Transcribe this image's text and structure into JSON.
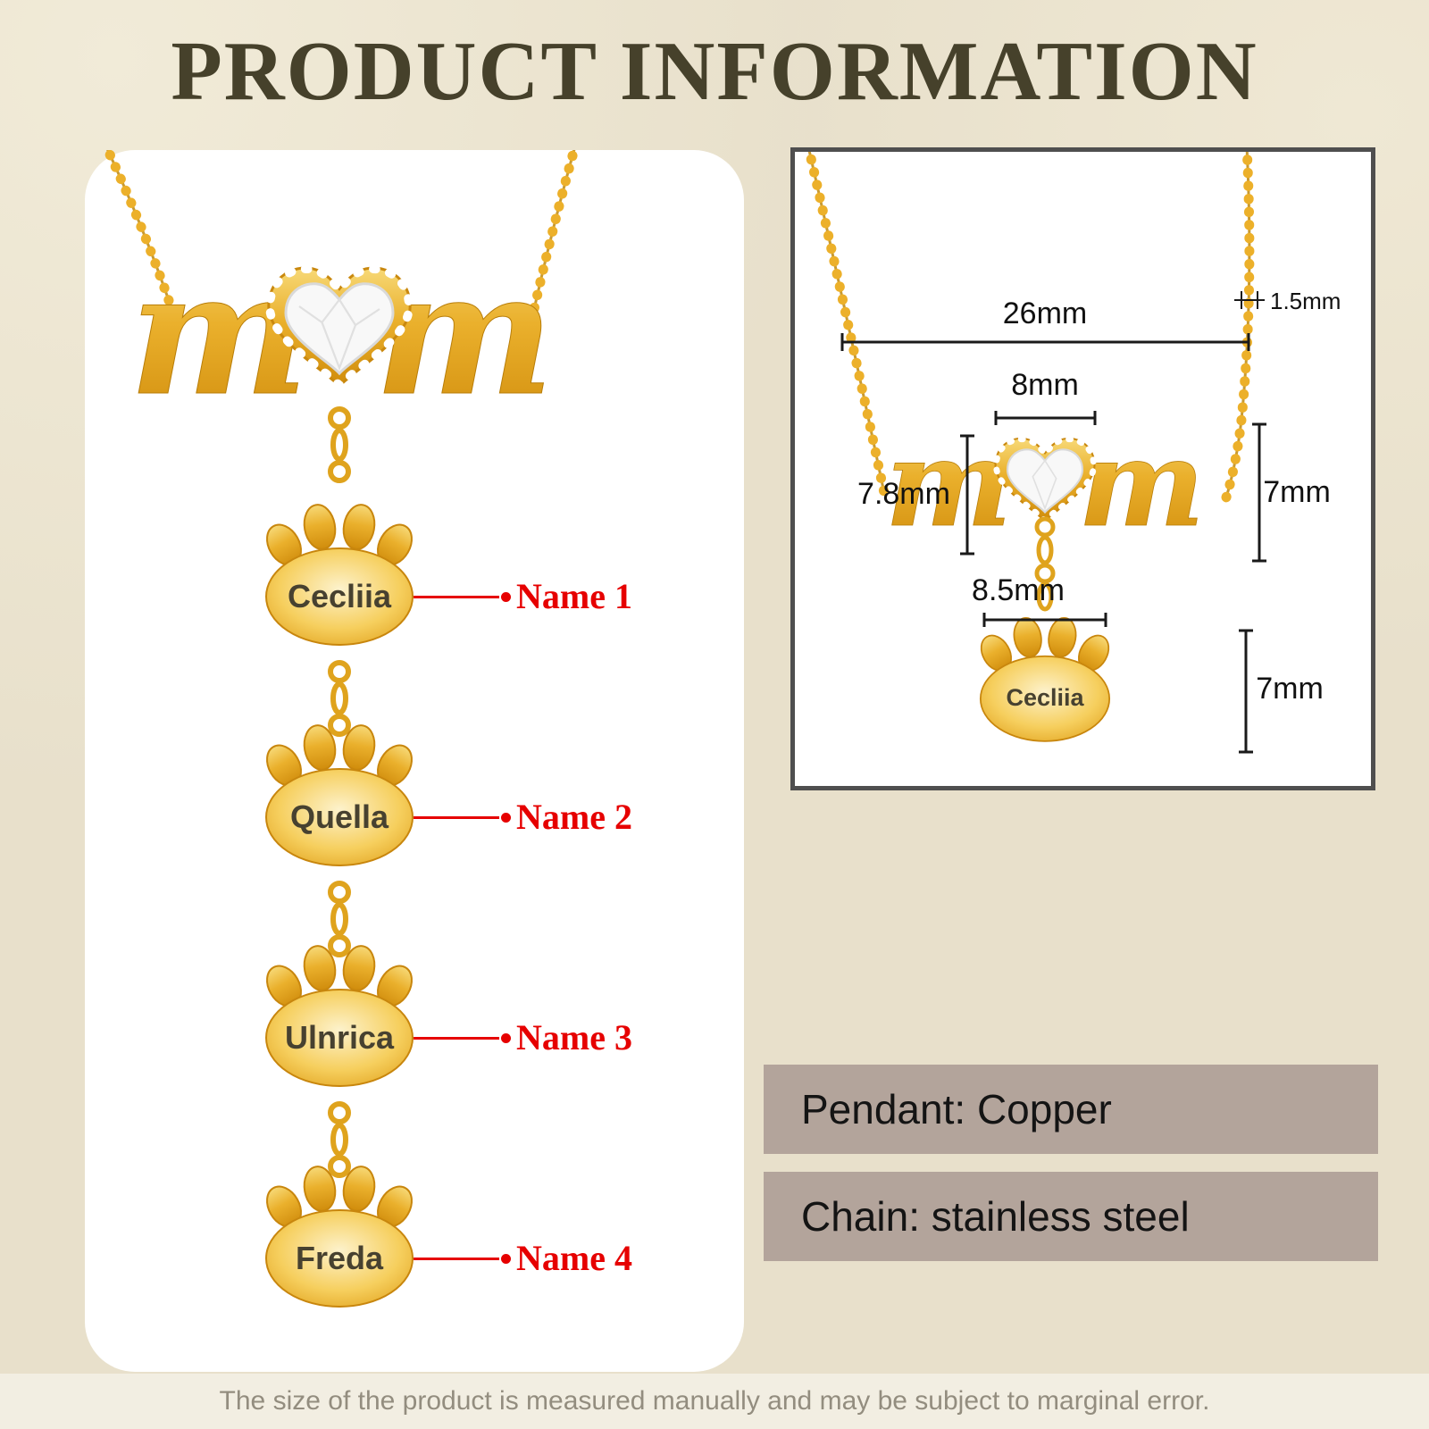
{
  "title": "PRODUCT INFORMATION",
  "product": {
    "pendant_letter": "m",
    "charms": [
      {
        "name": "Cecliia",
        "label": "Name 1"
      },
      {
        "name": "Quella",
        "label": "Name 2"
      },
      {
        "name": "Ulnrica",
        "label": "Name 3"
      },
      {
        "name": "Freda",
        "label": "Name 4"
      }
    ]
  },
  "size_chart": {
    "pendant_letter": "m",
    "paw_name": "Cecliia",
    "chain_width": "26mm",
    "chain_thickness": "1.5mm",
    "heart_width": "8mm",
    "word_height": "7.8mm",
    "pendant_height": "7mm",
    "paw_width": "8.5mm",
    "paw_height": "7mm"
  },
  "specs": {
    "pendant_material": "Pendant: Copper",
    "chain_material": "Chain: stainless steel"
  },
  "footer": "The size of the product is measured manually and may be subject to marginal error.",
  "colors": {
    "gold": "#e8a51e",
    "crystal": "#f5f5f5",
    "annotation_red": "#e60000",
    "spec_bg": "#b3a49b",
    "title_color": "#46412b",
    "background": "#e8e0cb"
  }
}
